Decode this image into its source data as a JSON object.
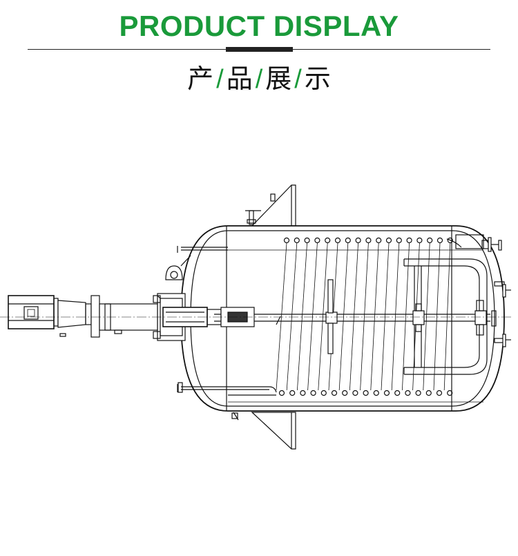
{
  "header": {
    "title_en": "PRODUCT DISPLAY",
    "title_cn_chars": [
      "产",
      "品",
      "展",
      "示"
    ],
    "separator": "/",
    "accent_color": "#1a9a3a",
    "line_color": "#222222"
  },
  "drawing": {
    "subject": "horizontal stainless-steel reactor vessel with agitator",
    "icons": [
      "motor-icon",
      "gearbox-icon",
      "vessel-icon",
      "agitator-icon",
      "heating-coil-icon",
      "support-leg-icon"
    ]
  }
}
